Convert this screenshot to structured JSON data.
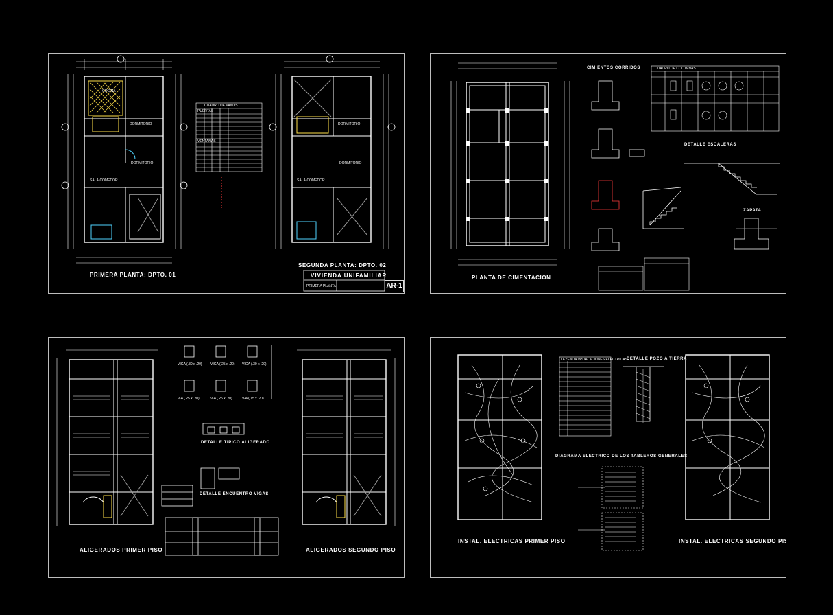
{
  "sheet1": {
    "plan1_caption": "PRIMERA PLANTA: DPTO. 01",
    "plan2_caption": "SEGUNDA PLANTA: DPTO. 02",
    "table_title": "CUADRO DE VANOS",
    "table_group1": "PUERTAS",
    "table_group2": "VENTANAS",
    "room_bedroom": "DORMITORIO",
    "room_living": "SALA-COMEDOR",
    "room_kitchen": "COCINA",
    "project_title": "VIVIENDA UNIFAMILIAR",
    "titleblock_sub": "PRIMERA PLANTA",
    "sheet_number": "AR-1"
  },
  "sheet2": {
    "caption": "PLANTA DE CIMENTACION",
    "detail_cimientos": "CIMIENTOS CORRIDOS",
    "table_title": "CUADRO DE COLUMNAS",
    "detail_escalera": "DETALLE ESCALERAS",
    "detail_zapata": "ZAPATA"
  },
  "sheet3": {
    "caption_left": "ALIGERADOS PRIMER PISO",
    "caption_right": "ALIGERADOS SEGUNDO PISO",
    "detail_aligerado": "DETALLE TIPICO ALIGERADO",
    "detail_vigas": "DETALLE ENCUENTRO VIGAS",
    "beam_labels": [
      "VIGA (.30 x .20)",
      "VIGA (.25 x .20)",
      "VIGA (.30 x .20)",
      "V-A (.25 x .20)",
      "V-A (.25 x .20)",
      "V-A (.15 x .20)"
    ]
  },
  "sheet4": {
    "caption_left": "INSTAL. ELECTRICAS PRIMER PISO",
    "caption_right": "INSTAL. ELECTRICAS SEGUNDO PISO",
    "legend_title": "LEYENDA INSTALACIONES ELECTRICAS",
    "detail_pozo": "DETALLE POZO A TIERRA",
    "diagram_title": "DIAGRAMA ELECTRICO DE LOS TABLEROS GENERALES"
  },
  "colors": {
    "line": "#ffffff",
    "cyan": "#4fd4ff",
    "yellow": "#ffe14a",
    "red": "#ff3b3b",
    "green": "#6cff6c",
    "magenta": "#ff5cff",
    "grey": "#9a9a9a"
  }
}
